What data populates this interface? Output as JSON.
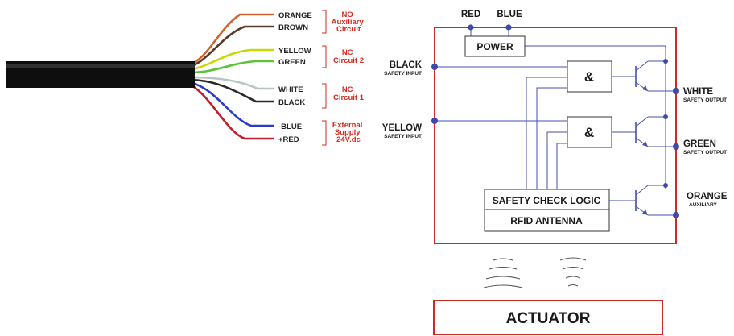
{
  "cable": {
    "wires": [
      {
        "label": "ORANGE",
        "color": "#d0642c"
      },
      {
        "label": "BROWN",
        "color": "#5a3a28"
      },
      {
        "label": "YELLOW",
        "color": "#c8d800"
      },
      {
        "label": "GREEN",
        "color": "#5cc23a"
      },
      {
        "label": "WHITE",
        "color": "#b8c4c4"
      },
      {
        "label": "BLACK",
        "color": "#2a2a2a"
      },
      {
        "label": "-BLUE",
        "color": "#2a3cc8"
      },
      {
        "label": "+RED",
        "color": "#c41e2a"
      }
    ],
    "circuits": [
      {
        "lines": [
          "NO",
          "Auxiliary",
          "Circuit"
        ]
      },
      {
        "lines": [
          "NC",
          "Circuit 2"
        ]
      },
      {
        "lines": [
          "NC",
          "Circuit 1"
        ]
      },
      {
        "lines": [
          "External",
          "Supply",
          "24V.dc"
        ]
      }
    ]
  },
  "sensor": {
    "top_pins": {
      "red": "RED",
      "blue": "BLUE"
    },
    "power_label": "POWER",
    "and_label": "&",
    "logic_label": "SAFETY CHECK LOGIC",
    "antenna_label": "RFID ANTENNA",
    "inputs": [
      {
        "name": "BLACK",
        "sub": "SAFETY INPUT"
      },
      {
        "name": "YELLOW",
        "sub": "SAFETY INPUT"
      }
    ],
    "outputs": [
      {
        "name": "WHITE",
        "sub": "SAFETY OUTPUT"
      },
      {
        "name": "GREEN",
        "sub": "SAFETY OUTPUT"
      },
      {
        "name": "ORANGE",
        "sub": "AUXILIARY"
      }
    ]
  },
  "actuator_label": "ACTUATOR",
  "colors": {
    "frame": "#cc2a22",
    "signal": "#4450a8",
    "label_red": "#d42a1f"
  }
}
